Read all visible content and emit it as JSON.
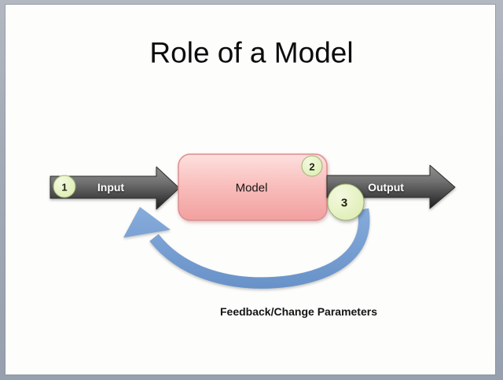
{
  "slide": {
    "title": "Role of a Model",
    "steps": [
      {
        "number": "1",
        "label": "Input"
      },
      {
        "number": "2",
        "label": "Model"
      },
      {
        "number": "3",
        "label": "Output"
      }
    ],
    "feedback_label": "Feedback/Change Parameters",
    "colors": {
      "frame": "#97a0ae",
      "slide_bg": "#fdfdfb",
      "arrow_top": "#919191",
      "arrow_mid": "#6f6f6f",
      "arrow_bottom": "#1f1f1f",
      "arrow_outline": "#2d2d2d",
      "model_top": "#fde0de",
      "model_mid": "#f8bcba",
      "model_bottom": "#f1a09f",
      "model_border": "#dd8d90",
      "badge_top": "#f3f9e0",
      "badge_bottom": "#dcecae",
      "badge_border": "#9fb175",
      "feedback_blue_top": "#89aedd",
      "feedback_blue_bottom": "#6690c7",
      "arrow_label_text": "#ffffff",
      "title_text": "#0c0c0c"
    }
  }
}
